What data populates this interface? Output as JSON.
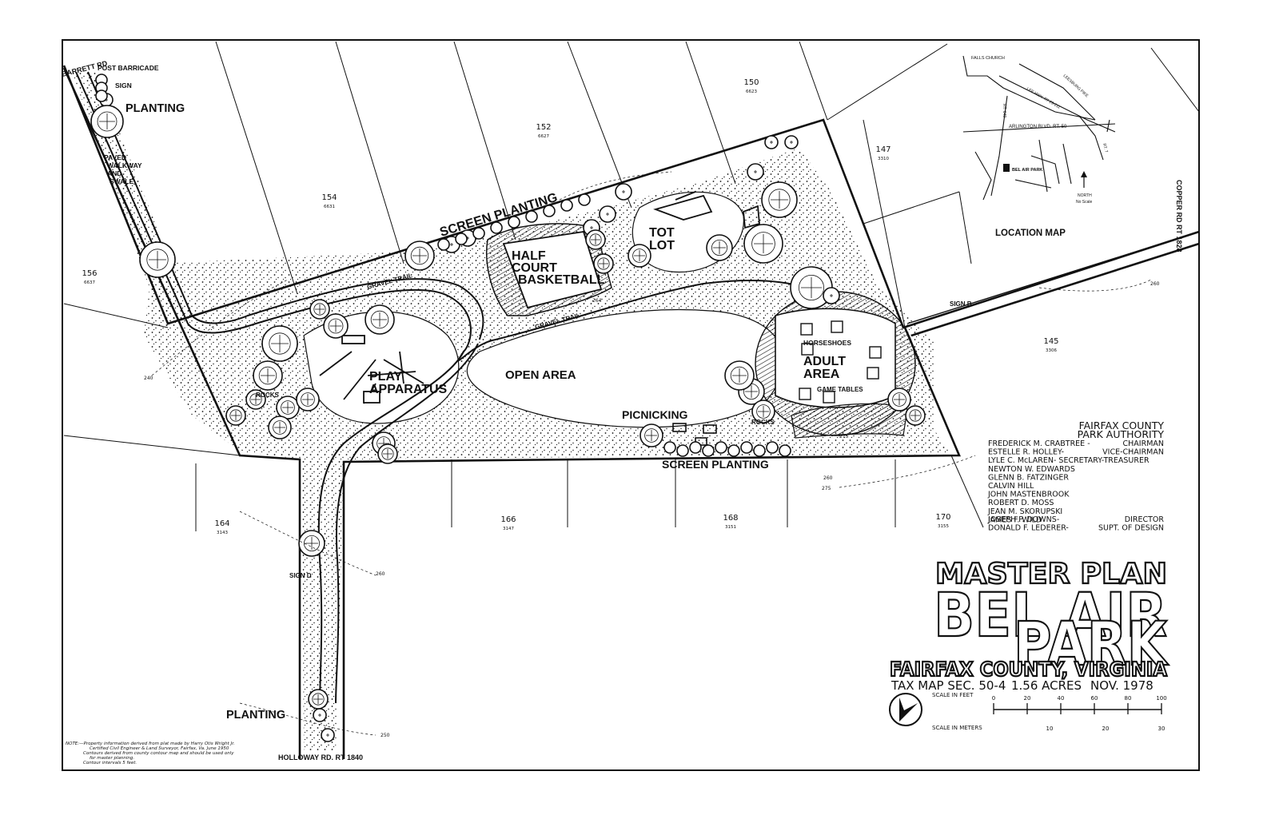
{
  "labels": {
    "barrett_rd": "BARRETT RD",
    "post_barricade": "POST BARRICADE",
    "sign_a": "SIGN",
    "planting_top": "PLANTING",
    "paved_walkway_1": "PAVED",
    "paved_walkway_2": "WALKWAY",
    "paved_walkway_3": "AND",
    "paved_walkway_4": "SWALE",
    "screen_planting_north": "SCREEN PLANTING",
    "gravel_trail_west": "GRAVEL TRAIL",
    "gravel_trail_east": "GRAVEL TRAIL",
    "half_court_1": "HALF",
    "half_court_2": "COURT",
    "half_court_3": "BASKETBALL",
    "tot_lot_1": "TOT",
    "tot_lot_2": "LOT",
    "play_1": "PLAY",
    "play_2": "APPARATUS",
    "rocks_west": "ROCKS",
    "open_area": "OPEN AREA",
    "picnicking": "PICNICKING",
    "horseshoes": "HORSESHOES",
    "adult_1": "ADULT",
    "adult_2": "AREA",
    "game_tables": "GAME TABLES",
    "rocks_east": "ROCKS",
    "sign_b": "SIGN B",
    "screen_planting_south": "SCREEN PLANTING",
    "sign_d": "SIGN D",
    "planting_bottom": "PLANTING",
    "holloway_rd": "HOLLOWAY RD.   RT 1840",
    "copper_rd": "COPPER RD RT 1828",
    "location_map": "LOCATION MAP"
  },
  "lots": [
    {
      "num": "154",
      "sub": "6631"
    },
    {
      "num": "156",
      "sub": "6637"
    },
    {
      "num": "152",
      "sub": "6627"
    },
    {
      "num": "150",
      "sub": "6623"
    },
    {
      "num": "147",
      "sub": "3310"
    },
    {
      "num": "145",
      "sub": "3306"
    },
    {
      "num": "164",
      "sub": "3143"
    },
    {
      "num": "166",
      "sub": "3147"
    },
    {
      "num": "168",
      "sub": "3151"
    },
    {
      "num": "170",
      "sub": "3155"
    }
  ],
  "contours": [
    "240",
    "260",
    "275",
    "260",
    "250",
    "264",
    "260",
    "275"
  ],
  "location_map": {
    "falls_church": "FALLS CHURCH",
    "leesburg_pike": "LEESBURG PIKE",
    "lee_hwy": "LEE HWY. RT 29-211",
    "arlington_blvd": "ARLINGTON BLVD.  RT. 50",
    "rt_649": "RT. 649",
    "rt_7": "RT. 7",
    "bel_air_park": "BEL AIR PARK",
    "north": "NORTH",
    "no_scale": "No Scale"
  },
  "authority": {
    "title_1": "FAIRFAX COUNTY",
    "title_2": "PARK AUTHORITY",
    "members": [
      {
        "name": "FREDERICK M. CRABTREE -",
        "role": "CHAIRMAN"
      },
      {
        "name": "ESTELLE R. HOLLEY-",
        "role": "VICE-CHAIRMAN"
      },
      {
        "name": "LYLE C. McLAREN- SECRETARY-TREASURER",
        "role": ""
      },
      {
        "name": "NEWTON W. EDWARDS",
        "role": ""
      },
      {
        "name": "GLENN B. FATZINGER",
        "role": ""
      },
      {
        "name": "CALVIN HILL",
        "role": ""
      },
      {
        "name": "JOHN MASTENBROOK",
        "role": ""
      },
      {
        "name": "ROBERT D. MOSS",
        "role": ""
      },
      {
        "name": "JEAN M. SKORUPSKI",
        "role": ""
      },
      {
        "name": "JAMES F. WILD",
        "role": ""
      }
    ],
    "staff": [
      {
        "name": "JOSEPH P. DOWNS-",
        "role": "DIRECTOR"
      },
      {
        "name": "DONALD F. LEDERER-",
        "role": "SUPT. OF DESIGN"
      }
    ]
  },
  "title_block": {
    "master_plan": "MASTER PLAN",
    "bel_air": "BEL AIR",
    "park": "PARK",
    "county": "FAIRFAX COUNTY, VIRGINIA",
    "tax_map": "TAX MAP  SEC. 50-4",
    "acres": "1.56 ACRES",
    "date": "NOV. 1978",
    "scale_feet_label": "SCALE IN FEET",
    "scale_feet": [
      "0",
      "20",
      "40",
      "60",
      "80",
      "100"
    ],
    "scale_meters_label": "SCALE IN METERS",
    "scale_meters": [
      "10",
      "20",
      "30"
    ]
  },
  "note": {
    "line1": "NOTE:—Property information derived from plat made by Harry Otis Wright Jr.",
    "line2": "Certified Civil Engineer & Land Surveyor, Fairfax, Va. June 1950",
    "line3": "Contours derived from county contour map and should be used only",
    "line4": "for master planning.",
    "line5": "Contour intervals 5 feet."
  }
}
